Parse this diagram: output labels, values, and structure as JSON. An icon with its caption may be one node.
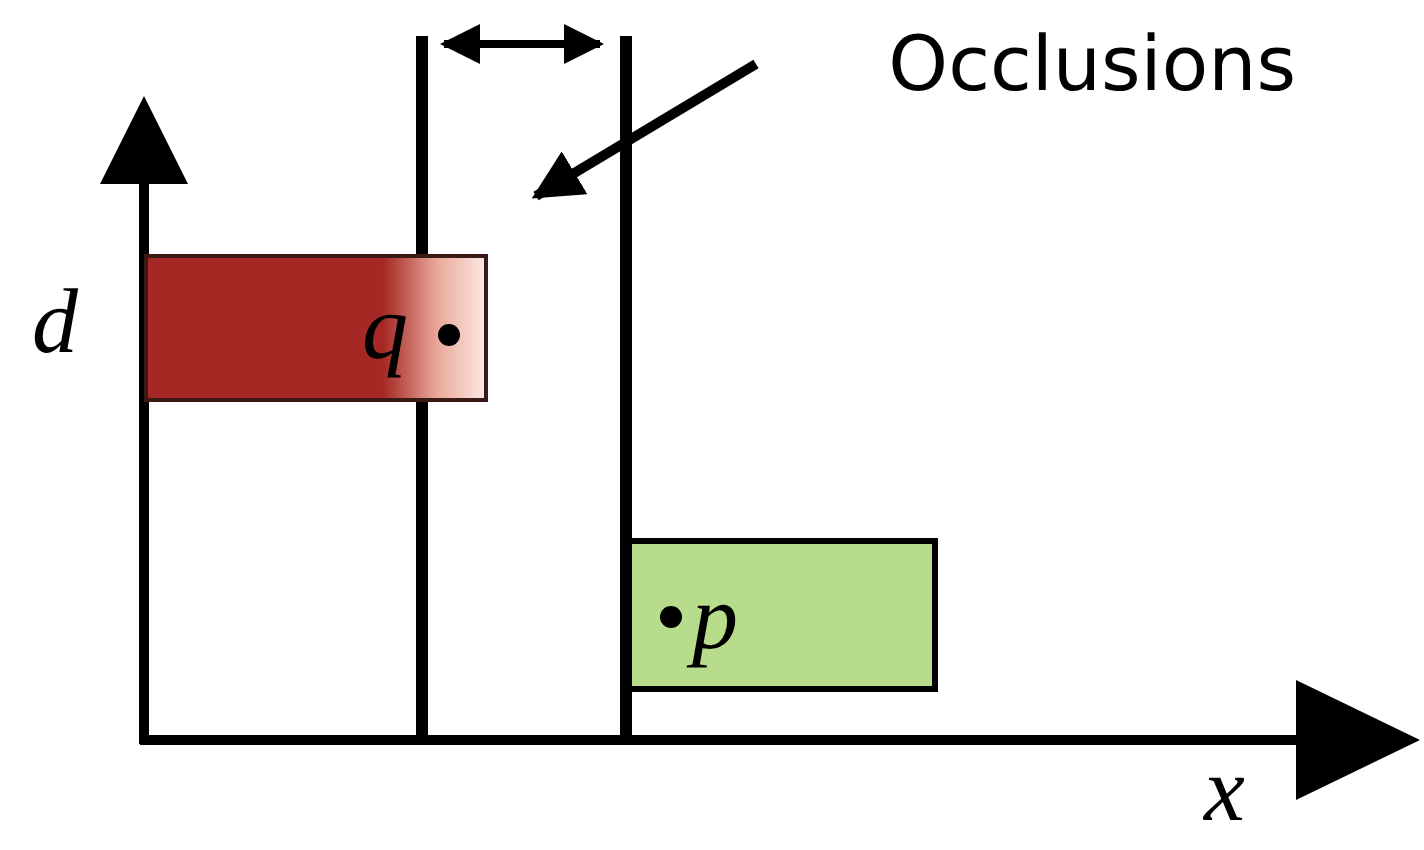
{
  "diagram": {
    "nodes": [
      {
        "text": [
          "Occlusions"
        ]
      },
      {
        "text": [],
        "shape": "box"
      },
      {
        "text": [
          "q"
        ]
      },
      {
        "text": [
          "p"
        ]
      }
    ],
    "edges": [
      {
        "from": 0,
        "to": 1,
        "arrow": "to"
      }
    ],
    "labels": [
      "d",
      "x"
    ]
  }
}
